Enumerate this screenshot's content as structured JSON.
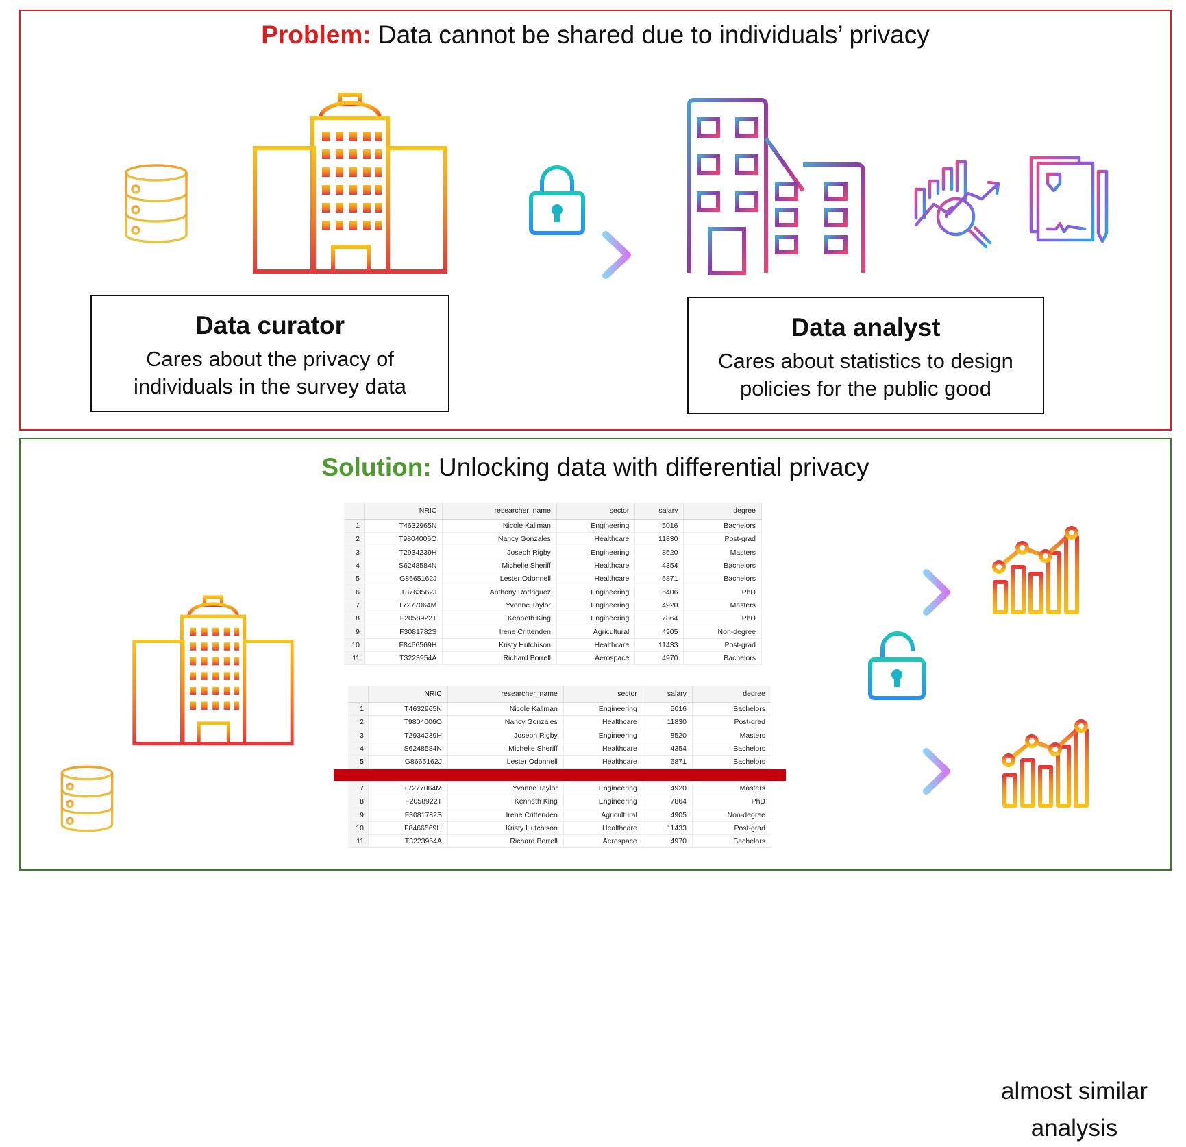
{
  "problem": {
    "label": "Problem:",
    "text": "Data cannot be shared due to individuals’ privacy",
    "curator": {
      "name": "Data curator",
      "description": "Cares about the privacy of individuals in the survey data"
    },
    "analyst": {
      "name": "Data analyst",
      "description": "Cares about statistics to design policies for the public good"
    }
  },
  "solution": {
    "label": "Solution:",
    "text": "Unlocking data with differential privacy",
    "result_label": "almost similar analysis",
    "redacted_row": 6
  },
  "icons": [
    "database-icon",
    "office-building-icon",
    "lock-icon",
    "unlock-icon",
    "arrow-right-icon",
    "analyst-building-icon",
    "data-analysis-icon",
    "report-document-icon",
    "growth-chart-icon"
  ],
  "colors": {
    "problem_border": "#d9201f",
    "solution_border": "#3b7a2a",
    "solution_label": "#4e9a2e",
    "redaction": "#c4000f"
  },
  "table": {
    "columns": [
      "NRIC",
      "researcher_name",
      "sector",
      "salary",
      "degree"
    ],
    "rows": [
      [
        "1",
        "T4632965N",
        "Nicole Kallman",
        "Engineering",
        "5016",
        "Bachelors"
      ],
      [
        "2",
        "T9804006O",
        "Nancy Gonzales",
        "Healthcare",
        "11830",
        "Post-grad"
      ],
      [
        "3",
        "T2934239H",
        "Joseph Rigby",
        "Engineering",
        "8520",
        "Masters"
      ],
      [
        "4",
        "S6248584N",
        "Michelle Sheriff",
        "Healthcare",
        "4354",
        "Bachelors"
      ],
      [
        "5",
        "G8665162J",
        "Lester Odonnell",
        "Healthcare",
        "6871",
        "Bachelors"
      ],
      [
        "6",
        "T8763562J",
        "Anthony Rodriguez",
        "Engineering",
        "6406",
        "PhD"
      ],
      [
        "7",
        "T7277064M",
        "Yvonne Taylor",
        "Engineering",
        "4920",
        "Masters"
      ],
      [
        "8",
        "F2058922T",
        "Kenneth King",
        "Engineering",
        "7864",
        "PhD"
      ],
      [
        "9",
        "F3081782S",
        "Irene Crittenden",
        "Agricultural",
        "4905",
        "Non-degree"
      ],
      [
        "10",
        "F8466569H",
        "Kristy Hutchison",
        "Healthcare",
        "11433",
        "Post-grad"
      ],
      [
        "11",
        "T3223954A",
        "Richard Borrell",
        "Aerospace",
        "4970",
        "Bachelors"
      ]
    ]
  }
}
